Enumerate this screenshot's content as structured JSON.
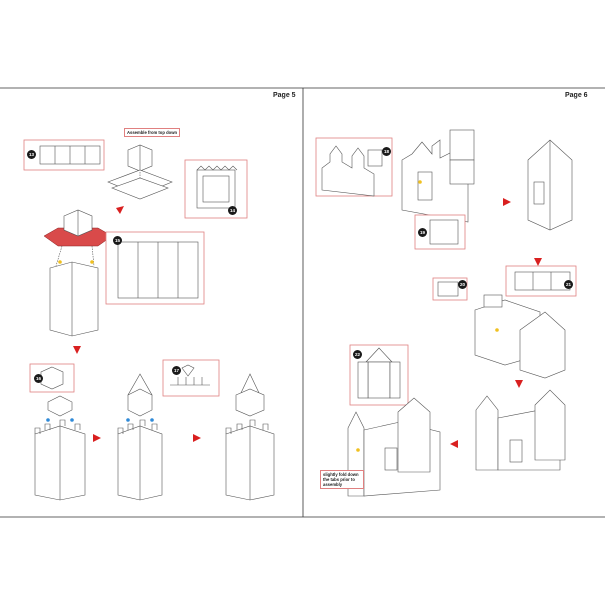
{
  "pages": {
    "left": {
      "label": "Page 5"
    },
    "right": {
      "label": "Page 6"
    }
  },
  "notes": {
    "assemble_top_down": "Assemble from top down",
    "fold_tabs": "slightly fold down the tabs prior to assembly"
  },
  "steps": {
    "s13": "13",
    "s14": "14",
    "s15": "15",
    "s16": "16",
    "s17": "17",
    "s18": "18",
    "s19": "19",
    "s20": "20",
    "s21": "21",
    "s22": "22"
  },
  "colors": {
    "arrow": "#d92020",
    "callout_border": "#e08080",
    "roof_red": "#d94a4a",
    "dot_blue": "#2f8ad8",
    "dot_yellow": "#f0c020"
  }
}
